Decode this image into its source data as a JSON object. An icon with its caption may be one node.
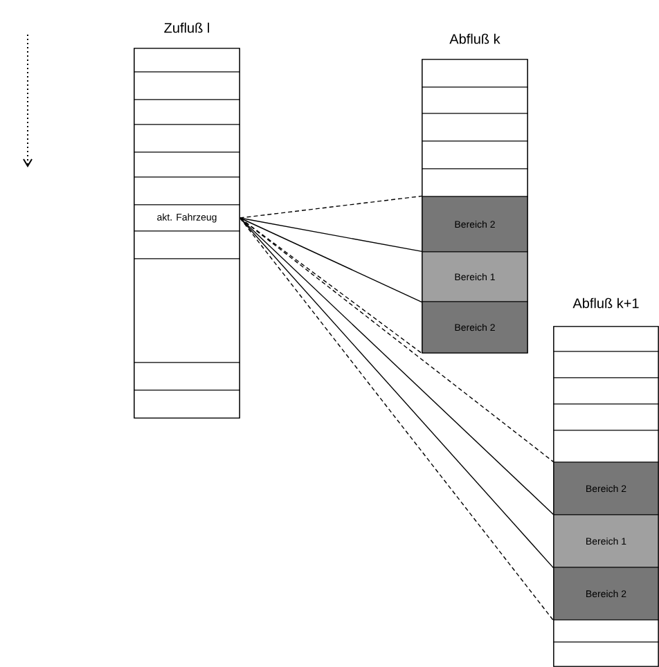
{
  "diagram": {
    "nodes": [
      {
        "text": [
          "Zufluß l"
        ]
      },
      {
        "text": [],
        "shape": "box",
        "in": 0
      },
      {
        "text": [],
        "shape": "box",
        "in": 0
      },
      {
        "text": [],
        "shape": "box",
        "in": 0
      },
      {
        "text": [],
        "shape": "box",
        "in": 0
      },
      {
        "text": [],
        "shape": "box",
        "in": 0
      },
      {
        "text": [],
        "shape": "box",
        "in": 0
      },
      {
        "text": [
          "akt. Fahrzeug"
        ],
        "in": 0
      },
      {
        "text": [],
        "shape": "box",
        "in": 0
      },
      {
        "text": [],
        "shape": "box",
        "in": 0
      },
      {
        "text": [],
        "shape": "box",
        "in": 0
      },
      {
        "text": [],
        "shape": "box",
        "in": 0
      },
      {
        "text": [
          "Abfluß k"
        ]
      },
      {
        "text": [],
        "shape": "box",
        "in": 12
      },
      {
        "text": [],
        "shape": "box",
        "in": 12
      },
      {
        "text": [],
        "shape": "box",
        "in": 12
      },
      {
        "text": [],
        "shape": "box",
        "in": 12
      },
      {
        "text": [],
        "shape": "box",
        "in": 12
      },
      {
        "text": [
          "Bereich 2"
        ],
        "in": 12
      },
      {
        "text": [
          "Bereich 1"
        ],
        "in": 12
      },
      {
        "text": [
          "Bereich 2"
        ],
        "in": 12
      },
      {
        "text": [
          "Abfluß k+1"
        ]
      },
      {
        "text": [],
        "shape": "box",
        "in": 21
      },
      {
        "text": [],
        "shape": "box",
        "in": 21
      },
      {
        "text": [],
        "shape": "box",
        "in": 21
      },
      {
        "text": [],
        "shape": "box",
        "in": 21
      },
      {
        "text": [],
        "shape": "box",
        "in": 21
      },
      {
        "text": [
          "Bereich 2"
        ],
        "in": 21
      },
      {
        "text": [
          "Bereich 1"
        ],
        "in": 21
      },
      {
        "text": [
          "Bereich 2"
        ],
        "in": 21
      },
      {
        "text": [],
        "shape": "box",
        "in": 21
      },
      {
        "text": [],
        "shape": "box",
        "in": 21
      }
    ],
    "edges": [
      {
        "from": 7,
        "to": 18,
        "arrow": "none",
        "style": "dashed"
      },
      {
        "from": 7,
        "to": 19,
        "arrow": "none"
      },
      {
        "from": 7,
        "to": 19,
        "arrow": "none"
      },
      {
        "from": 7,
        "to": 20,
        "arrow": "none",
        "style": "dashed"
      },
      {
        "from": 7,
        "to": 27,
        "arrow": "none",
        "style": "dashed"
      },
      {
        "from": 7,
        "to": 28,
        "arrow": "none"
      },
      {
        "from": 7,
        "to": 28,
        "arrow": "none"
      },
      {
        "from": 7,
        "to": 29,
        "arrow": "none",
        "style": "dashed"
      }
    ]
  }
}
